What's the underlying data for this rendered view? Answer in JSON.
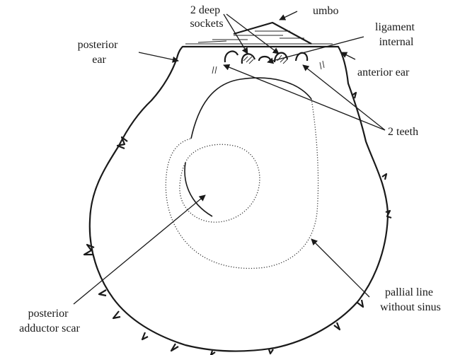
{
  "labels": {
    "umbo": "umbo",
    "deep_sockets_line1": "2 deep",
    "deep_sockets_line2": "sockets",
    "ligament_line1": "ligament",
    "ligament_line2": "internal",
    "posterior_ear_line1": "posterior",
    "posterior_ear_line2": "ear",
    "anterior_ear": "anterior ear",
    "two_teeth": "2 teeth",
    "pallial_line1": "pallial line",
    "pallial_line2": "without sinus",
    "adductor_line1": "posterior",
    "adductor_line2": "adductor scar"
  },
  "colors": {
    "ink": "#1a1a1a",
    "background": "#ffffff"
  }
}
